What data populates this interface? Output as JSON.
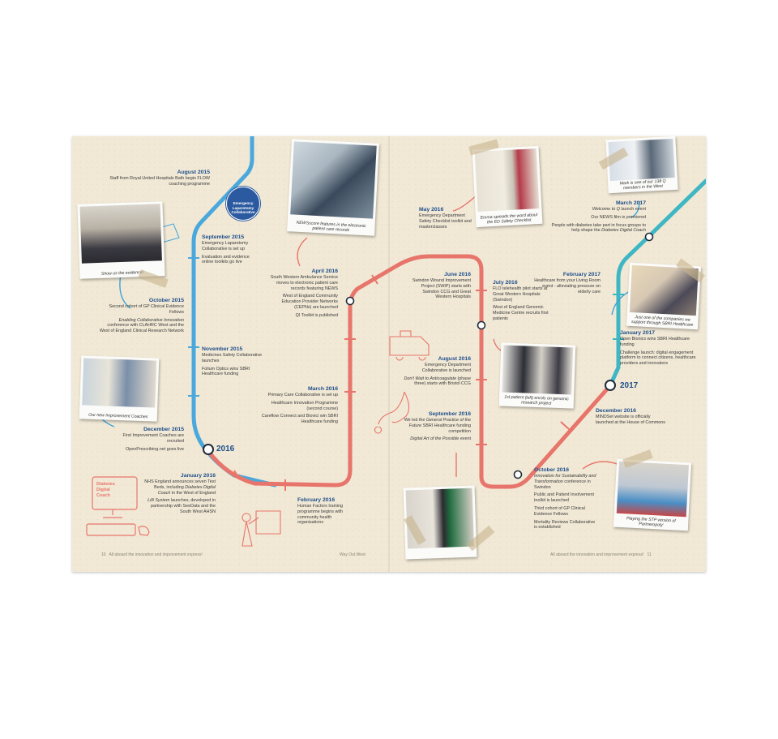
{
  "footer": {
    "left_page_num": "10",
    "left_tagline": "All aboard the innovation and improvement express!",
    "center_title": "Way Out West",
    "right_tagline": "All aboard the innovation and improvement express!",
    "right_page_num": "11"
  },
  "years": {
    "y2016": "2016",
    "y2017": "2017"
  },
  "badge": {
    "text": "Emergency Laparotomy Collaborative"
  },
  "coach_logo": {
    "line1": "Diabetes",
    "line2": "Digital",
    "line3": "Coach"
  },
  "colors": {
    "blue_line": "#4aa8dc",
    "red_line": "#e8756b",
    "teal_line": "#3fb6c4",
    "date_color": "#1f4e8a"
  },
  "events": {
    "aug2015": {
      "date": "August 2015",
      "lines": [
        "Staff from Royal United Hospitals Bath begin FLOW coaching programme"
      ]
    },
    "sep2015": {
      "date": "September 2015",
      "lines": [
        "Emergency Laparotomy Collaborative is set up",
        "Evaluation and evidence online toolkits go live"
      ]
    },
    "oct2015": {
      "date": "October 2015",
      "lines": [
        "Second cohort of GP Clinical Evidence Fellows"
      ],
      "italic": "Enabling Collaborative Innovation",
      "rest": "conference with CLAHRC West and the West of England Clinical Research Network"
    },
    "nov2015": {
      "date": "November 2015",
      "lines": [
        "Medicines Safety Collaborative launches",
        "Folium Optics wins SBRI Healthcare funding"
      ]
    },
    "dec2015": {
      "date": "December 2015",
      "lines": [
        "First Improvement Coaches are recruited",
        "OpenPrescribing.net goes live"
      ]
    },
    "jan2016": {
      "date": "January 2016",
      "l1": "NHS England announces seven Test Beds, including",
      "it1": "Diabetes Digital Coach",
      "l1b": "in the West of England",
      "it2": "Lilli System",
      "l2": "launches, developed in partnership with SeeData and the South West AHSN"
    },
    "feb2016": {
      "date": "February 2016",
      "lines": [
        "Human Factors training programme begins with community health organisations"
      ]
    },
    "mar2016": {
      "date": "March 2016",
      "lines": [
        "Primary Care Collaborative is set up",
        "Healthcare Innovation Programme (second course)",
        "Careflow Connect and Biovici win SBRI Healthcare funding"
      ]
    },
    "apr2016": {
      "date": "April 2016",
      "lines": [
        "South Western Ambulance Service moves to electronic patient care records featuring NEWS",
        "West of England Community Education Provider Networks (CEPNs) are launched",
        "QI Toolkit is published"
      ]
    },
    "may2016": {
      "date": "May 2016",
      "lines": [
        "Emergency Department Safety Checklist toolkit and masterclasses"
      ]
    },
    "jun2016": {
      "date": "June 2016",
      "lines": [
        "Swindon Wound Improvement Project (SWIP) starts with Swindon CCG and Great Western Hospitals"
      ]
    },
    "jul2016": {
      "date": "July 2016",
      "lines": [
        "FLO telehealth pilot starts at Great Western Hospitals (Swindon)",
        "West of England Genomic Medicine Centre recruits first patients"
      ]
    },
    "aug2016": {
      "date": "August 2016",
      "lines": [
        "Emergency Department Collaborative is launched"
      ],
      "italic": "Don't Wait to Anticoagulate",
      "rest": "(phase three) starts with Bristol CCG"
    },
    "sep2016": {
      "date": "September 2016",
      "l1": "We led the",
      "it1": "General Practice of the Future",
      "l1b": "SBRI Healthcare funding competition",
      "it2": "Digital Art of the Possible",
      "l2": "event"
    },
    "oct2016": {
      "date": "October 2016",
      "italic": "Innovation for Sustainability and Transformation",
      "rest": "conference in Swindon",
      "lines": [
        "Public and Patient Involvement toolkit is launched",
        "Third cohort of GP Clinical Evidence Fellows",
        "Mortality Reviews Collaborative is established"
      ]
    },
    "dec2016": {
      "date": "December 2016",
      "lines": [
        "MINDSet website is officially launched at the House of Commons"
      ]
    },
    "jan2017": {
      "date": "January 2017",
      "lines": [
        "Open Bionics wins SBRI Healthcare funding",
        "Challenge launch: digital engagement platform to connect citizens, healthcare providers and innovators"
      ]
    },
    "feb2017": {
      "date": "February 2017",
      "lines": [
        "Healthcare from your Living Room event - alleviating pressure on elderly care"
      ]
    },
    "mar2017": {
      "date": "March 2017",
      "it1": "Welcome to Q",
      "l1": "launch event",
      "lines": [
        "Our NEWS film is premiered"
      ],
      "l3": "People with diabetes take part in focus groups to help shape the",
      "it3": "Diabetes Digital Coach"
    }
  },
  "photos": {
    "evidence": "Show us the evidence!",
    "coaches": "Our new Improvement Coaches",
    "newsscore": "NEWSscore features in the electronic patient care records",
    "emma": "Emma spreads the word about the ED Safety Checklist",
    "mark": "Mark is one of our 138 Q members in the West",
    "bionics": "Just one of the companies we support through SBRI Healthcare",
    "genomic": "1st patient (left) enrols on genomic research project",
    "partnerops": "Playing the STP version of 'Partneropoly'"
  }
}
